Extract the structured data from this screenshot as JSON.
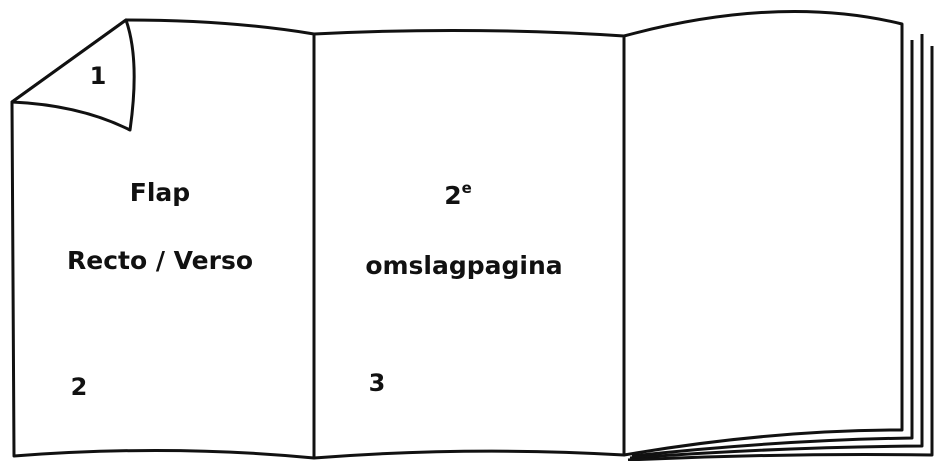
{
  "diagram": {
    "flap_panel": {
      "corner_number": "1",
      "title_line1": "Flap",
      "title_line2": "Recto / Verso",
      "page_number": "2"
    },
    "middle_panel": {
      "title_main": "2",
      "title_superscript": "e",
      "title_line2": "omslagpagina",
      "page_number": "3"
    }
  },
  "colors": {
    "stroke": "#111111",
    "paper": "#ffffff"
  }
}
